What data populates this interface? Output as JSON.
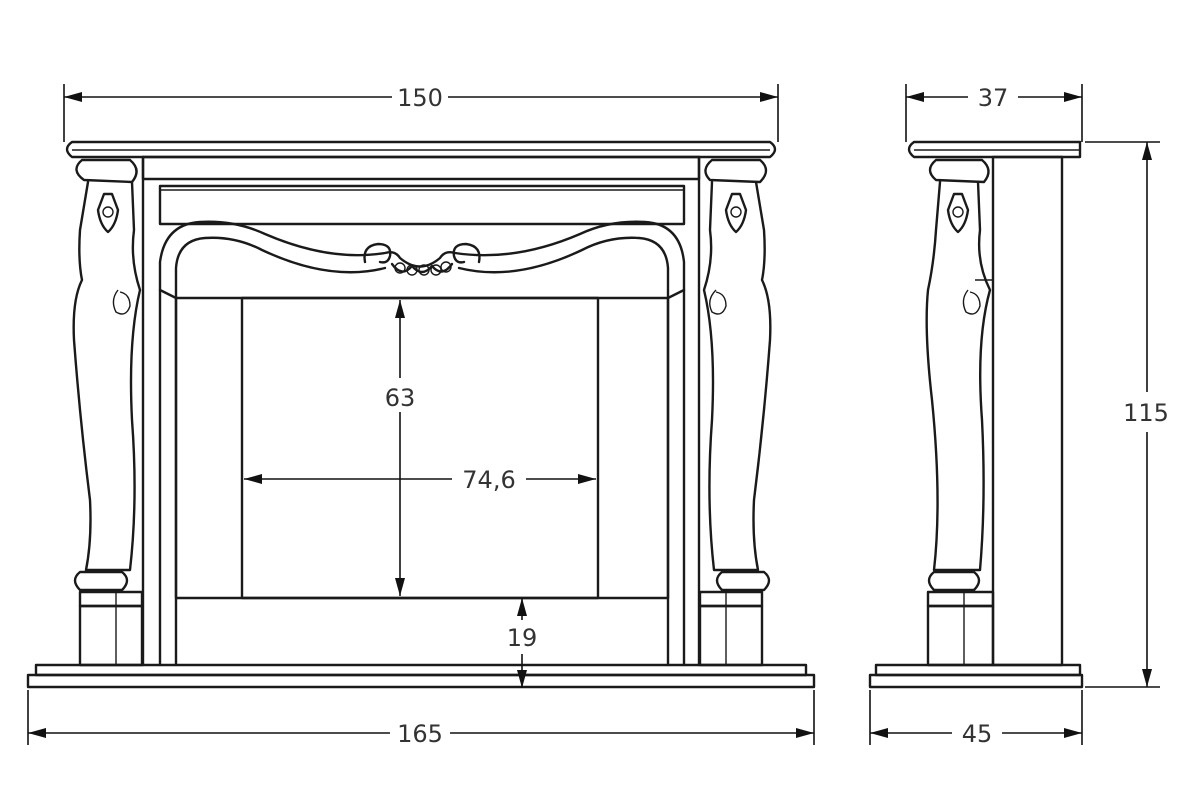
{
  "dimensions": {
    "front_top_width": "150",
    "side_top_depth": "37",
    "opening_height": "63",
    "opening_width": "74,6",
    "hearth_height": "19",
    "overall_height": "115",
    "front_base_width": "165",
    "side_base_depth": "45"
  },
  "colors": {
    "line": "#1a1a1a",
    "dimension_text": "#333333",
    "background": "#ffffff"
  }
}
